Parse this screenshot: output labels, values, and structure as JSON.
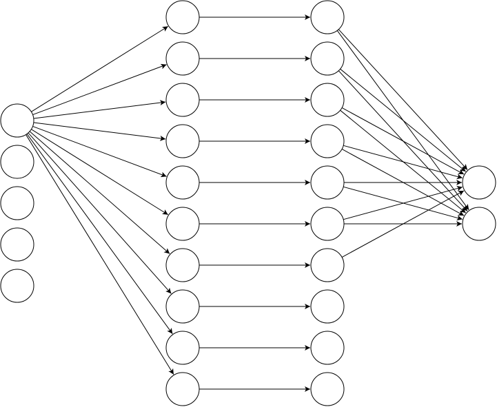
{
  "diagram": {
    "kind": "layered-network",
    "colors": {
      "stroke": "#000000",
      "fill": "#ffffff"
    },
    "nodes": [
      {
        "id": "in-0",
        "layer": 0,
        "row": 0
      },
      {
        "id": "in-1",
        "layer": 0,
        "row": 1
      },
      {
        "id": "in-2",
        "layer": 0,
        "row": 2
      },
      {
        "id": "in-3",
        "layer": 0,
        "row": 3
      },
      {
        "id": "in-4",
        "layer": 0,
        "row": 4
      },
      {
        "id": "h1-0",
        "layer": 1,
        "row": 0
      },
      {
        "id": "h1-1",
        "layer": 1,
        "row": 1
      },
      {
        "id": "h1-2",
        "layer": 1,
        "row": 2
      },
      {
        "id": "h1-3",
        "layer": 1,
        "row": 3
      },
      {
        "id": "h1-4",
        "layer": 1,
        "row": 4
      },
      {
        "id": "h1-5",
        "layer": 1,
        "row": 5
      },
      {
        "id": "h1-6",
        "layer": 1,
        "row": 6
      },
      {
        "id": "h1-7",
        "layer": 1,
        "row": 7
      },
      {
        "id": "h1-8",
        "layer": 1,
        "row": 8
      },
      {
        "id": "h1-9",
        "layer": 1,
        "row": 9
      },
      {
        "id": "h2-0",
        "layer": 2,
        "row": 0
      },
      {
        "id": "h2-1",
        "layer": 2,
        "row": 1
      },
      {
        "id": "h2-2",
        "layer": 2,
        "row": 2
      },
      {
        "id": "h2-3",
        "layer": 2,
        "row": 3
      },
      {
        "id": "h2-4",
        "layer": 2,
        "row": 4
      },
      {
        "id": "h2-5",
        "layer": 2,
        "row": 5
      },
      {
        "id": "h2-6",
        "layer": 2,
        "row": 6
      },
      {
        "id": "h2-7",
        "layer": 2,
        "row": 7
      },
      {
        "id": "h2-8",
        "layer": 2,
        "row": 8
      },
      {
        "id": "h2-9",
        "layer": 2,
        "row": 9
      },
      {
        "id": "out-0",
        "layer": 3,
        "row": 0
      },
      {
        "id": "out-1",
        "layer": 3,
        "row": 1
      }
    ],
    "edges": [
      [
        "in-0",
        "h1-0"
      ],
      [
        "in-0",
        "h1-1"
      ],
      [
        "in-0",
        "h1-2"
      ],
      [
        "in-0",
        "h1-3"
      ],
      [
        "in-0",
        "h1-4"
      ],
      [
        "in-0",
        "h1-5"
      ],
      [
        "in-0",
        "h1-6"
      ],
      [
        "in-0",
        "h1-7"
      ],
      [
        "in-0",
        "h1-8"
      ],
      [
        "in-0",
        "h1-9"
      ],
      [
        "h1-0",
        "h2-0"
      ],
      [
        "h1-1",
        "h2-1"
      ],
      [
        "h1-2",
        "h2-2"
      ],
      [
        "h1-3",
        "h2-3"
      ],
      [
        "h1-4",
        "h2-4"
      ],
      [
        "h1-5",
        "h2-5"
      ],
      [
        "h1-6",
        "h2-6"
      ],
      [
        "h1-7",
        "h2-7"
      ],
      [
        "h1-8",
        "h2-8"
      ],
      [
        "h1-9",
        "h2-9"
      ],
      [
        "h2-0",
        "out-0"
      ],
      [
        "h2-0",
        "out-1"
      ],
      [
        "h2-1",
        "out-0"
      ],
      [
        "h2-1",
        "out-1"
      ],
      [
        "h2-2",
        "out-0"
      ],
      [
        "h2-2",
        "out-1"
      ],
      [
        "h2-3",
        "out-0"
      ],
      [
        "h2-3",
        "out-1"
      ],
      [
        "h2-4",
        "out-0"
      ],
      [
        "h2-4",
        "out-1"
      ],
      [
        "h2-5",
        "out-0"
      ],
      [
        "h2-5",
        "out-1"
      ],
      [
        "h2-6",
        "out-0"
      ]
    ]
  }
}
